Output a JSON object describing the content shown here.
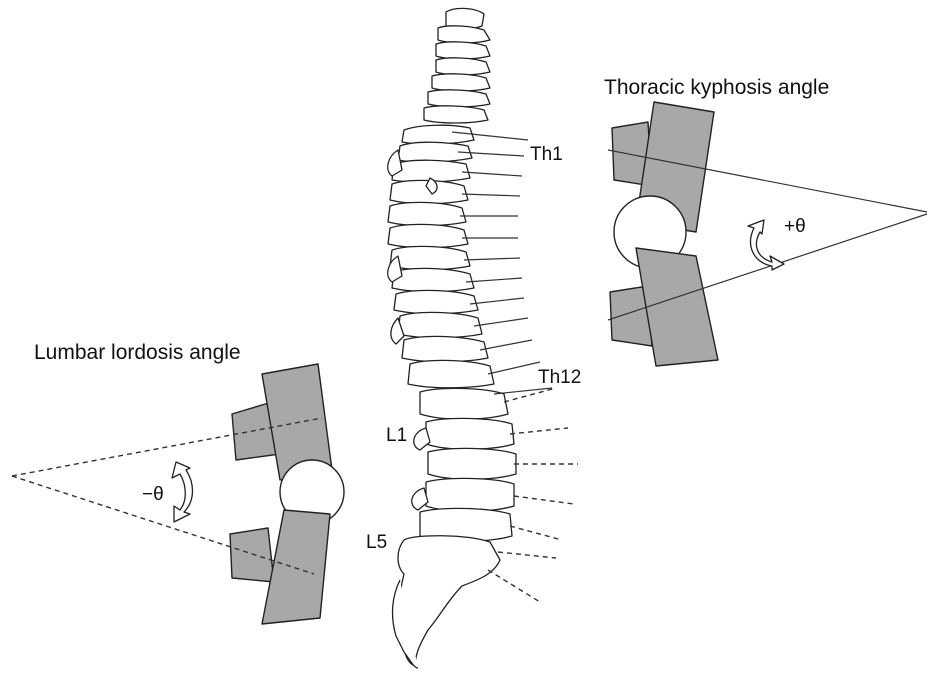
{
  "labels": {
    "thoracic_title": "Thoracic kyphosis angle",
    "lumbar_title": "Lumbar lordosis angle",
    "th1": "Th1",
    "th12": "Th12",
    "l1": "L1",
    "l5": "L5",
    "pos_theta": "+θ",
    "neg_theta": "−θ"
  },
  "colors": {
    "block_fill": "#a8a8a8",
    "line": "#222222",
    "background": "#ffffff"
  }
}
